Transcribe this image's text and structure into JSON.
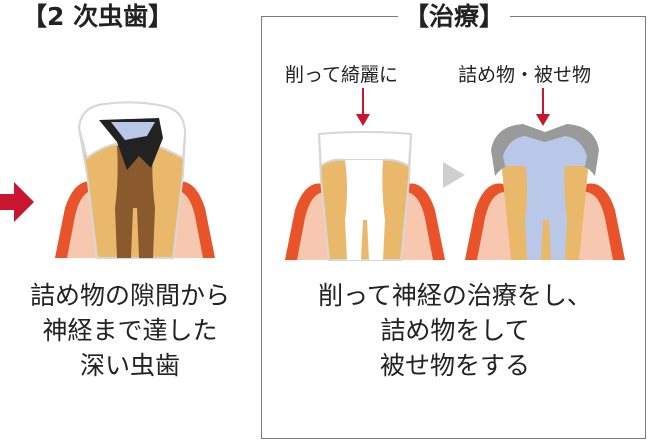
{
  "left": {
    "title": "【2 次虫歯】",
    "caption": [
      "詰め物の隙間から",
      "神経まで達した",
      "深い虫歯"
    ]
  },
  "right": {
    "title": "【治療】",
    "label_shave": "削って綺麗に",
    "label_fill": "詰め物・被せ物",
    "caption": [
      "削って神経の治療をし、",
      "詰め物をして",
      "被せ物をする"
    ]
  },
  "colors": {
    "gum": "#e8532a",
    "gum_inner": "#f7c7b0",
    "dentin": "#eab86a",
    "enamel": "#ffffff",
    "outline": "#d7d7d7",
    "decay": "#8a5a2e",
    "filling_blue": "#b9c8e8",
    "crown_gray": "#9a9a9a",
    "arrow_red": "#c8162e",
    "triangle_gray": "#cfcfcf"
  }
}
